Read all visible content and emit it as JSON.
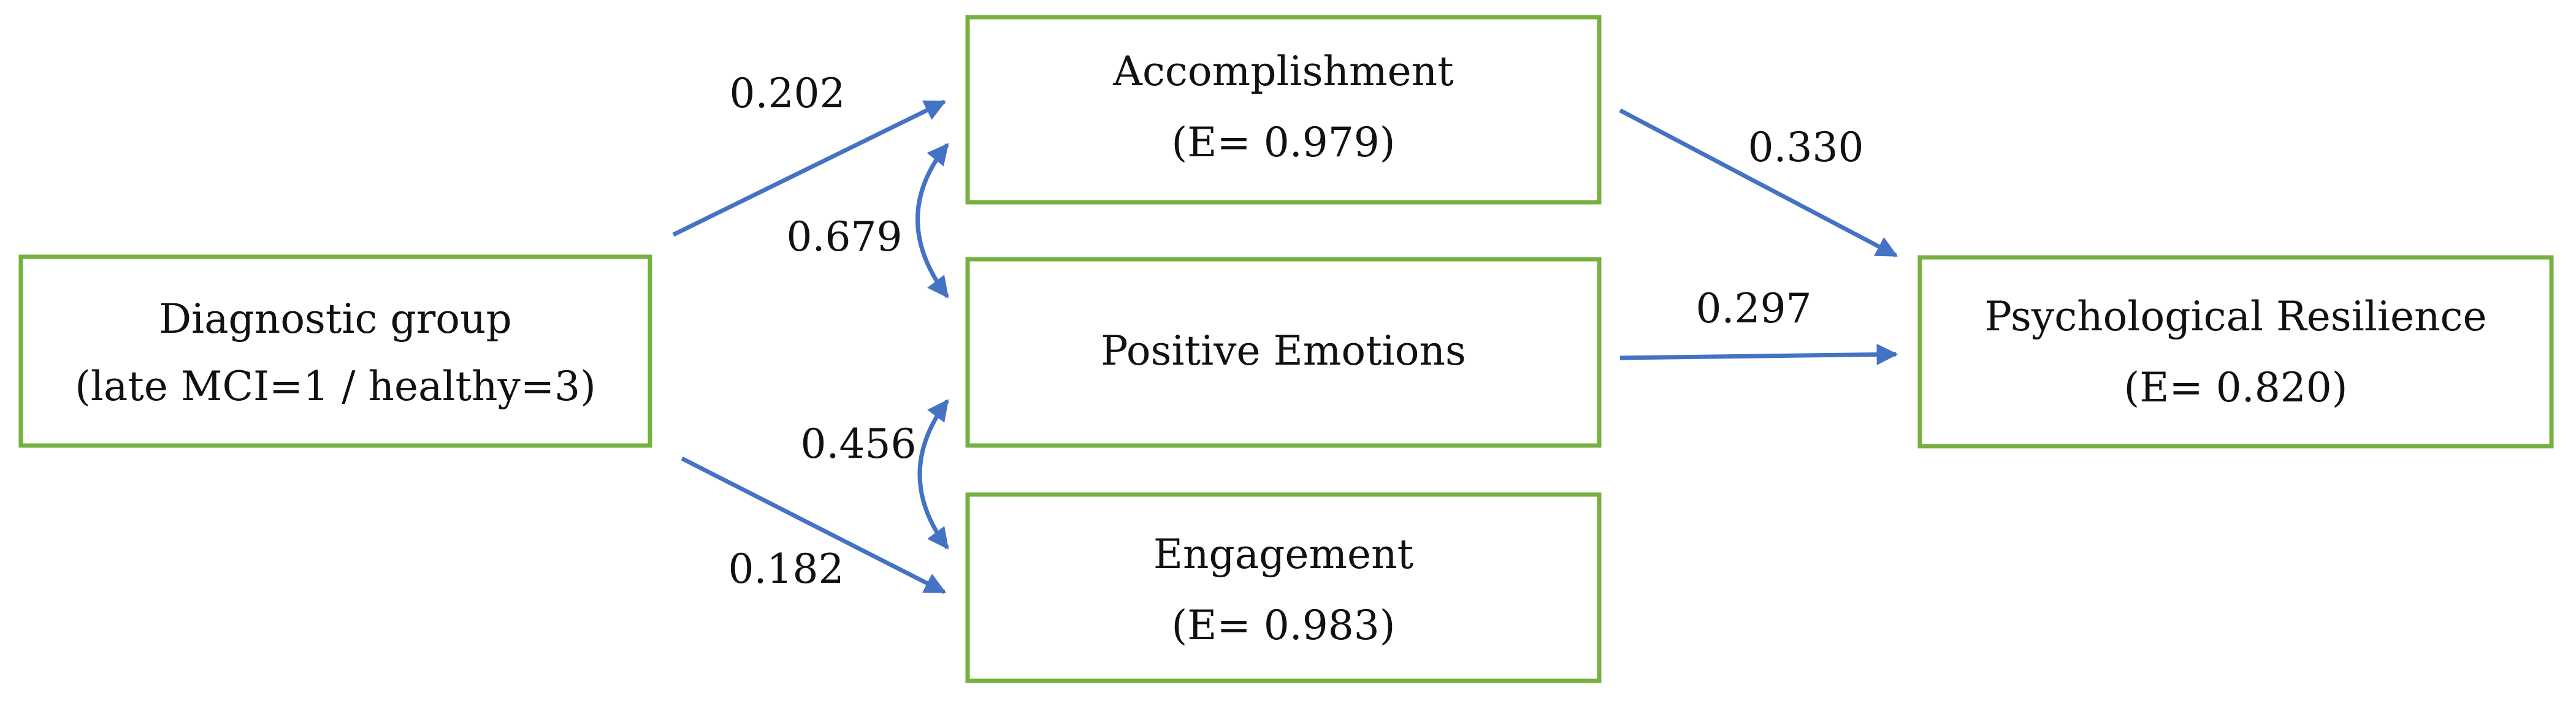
{
  "colors": {
    "box_border": "#76b041",
    "arrow": "#4472c4",
    "text": "#111111"
  },
  "nodes": {
    "diagnostic_group": {
      "line1": "Diagnostic group",
      "line2": "(late MCI=1 / healthy=3)"
    },
    "accomplishment": {
      "line1": "Accomplishment",
      "line2": "(E= 0.979)"
    },
    "positive_emotions": {
      "line1": "Positive Emotions"
    },
    "engagement": {
      "line1": "Engagement",
      "line2": "(E= 0.983)"
    },
    "psychological_resilience": {
      "line1": "Psychological Resilience",
      "line2": "(E= 0.820)"
    }
  },
  "edges": {
    "diagnostic_to_accomplishment": "0.202",
    "diagnostic_to_engagement": "0.182",
    "accomplishment_positive_covariance": "0.679",
    "positive_engagement_covariance": "0.456",
    "accomplishment_to_resilience": "0.330",
    "positive_to_resilience": "0.297"
  }
}
